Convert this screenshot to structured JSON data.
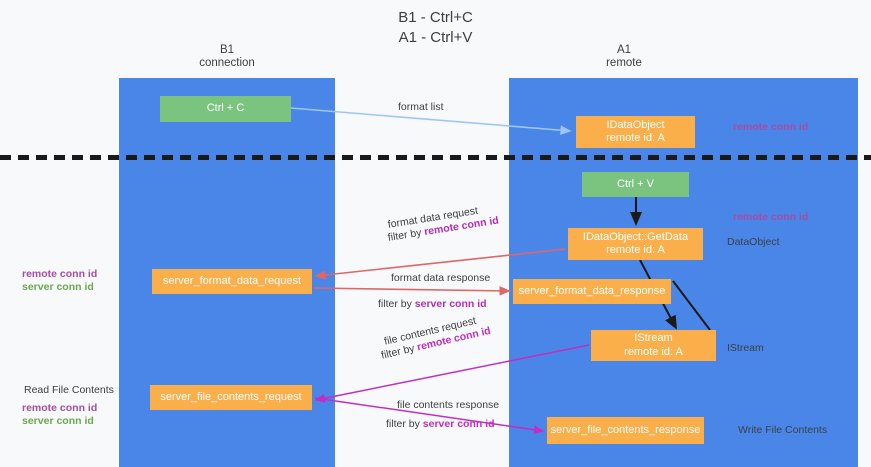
{
  "title": {
    "line1": "B1 - Ctrl+C",
    "line2": "A1 - Ctrl+V"
  },
  "lanes": [
    {
      "name": "B1",
      "sub": "connection"
    },
    {
      "name": "A1",
      "sub": "remote"
    }
  ],
  "nodes": {
    "ctrl_c": {
      "label": "Ctrl + C",
      "color": "#7bc47f"
    },
    "idataobject": {
      "label": "IDataObject",
      "sub": "remote id: A",
      "color": "#fbaf4b"
    },
    "ctrl_v": {
      "label": "Ctrl + V",
      "color": "#7bc47f"
    },
    "getdata": {
      "label": "IDataObject::GetData",
      "sub": "remote id: A",
      "color": "#fbaf4b"
    },
    "server_format_data_request": {
      "label": "server_format_data_request",
      "color": "#fbaf4b"
    },
    "server_format_data_response": {
      "label": "server_format_data_response",
      "color": "#fbaf4b"
    },
    "istream": {
      "label": "IStream",
      "sub": "remote id: A",
      "color": "#fbaf4b"
    },
    "server_file_contents_request": {
      "label": "server_file_contents_request",
      "color": "#fbaf4b"
    },
    "server_file_contents_response": {
      "label": "server_file_contents_response",
      "color": "#fbaf4b"
    }
  },
  "annotations": {
    "format_list": "format list",
    "remote_conn_id_1": "remote conn id",
    "format_data_request": "format data request",
    "filter_by_prefix": "filter by ",
    "remote_conn_id_text": "remote conn id",
    "server_conn_id_text": "server conn id",
    "remote_conn_id_2": "remote conn id",
    "dataobject_label": "DataObject",
    "left_remote_conn_id": "remote conn id",
    "left_server_conn_id": "server conn id",
    "format_data_response": "format data response",
    "istream_label": "IStream",
    "file_contents_request": "file contents request",
    "read_file_contents": "Read File Contents",
    "left_remote_conn_id_2": "remote conn id",
    "left_server_conn_id_2": "server conn id",
    "file_contents_response": "file contents response",
    "write_file_contents": "Write File Contents"
  },
  "colors": {
    "lane_blue": "#4a86e8",
    "green_node": "#7bc47f",
    "orange_node": "#fbaf4b",
    "purple": "#a64ca6",
    "magenta": "#c02fc0",
    "green_text": "#6aa84f",
    "arrow_blue": "#9fc5f8",
    "arrow_red": "#e06666",
    "arrow_black": "#1a1a1a",
    "background": "#f8f9fa"
  }
}
